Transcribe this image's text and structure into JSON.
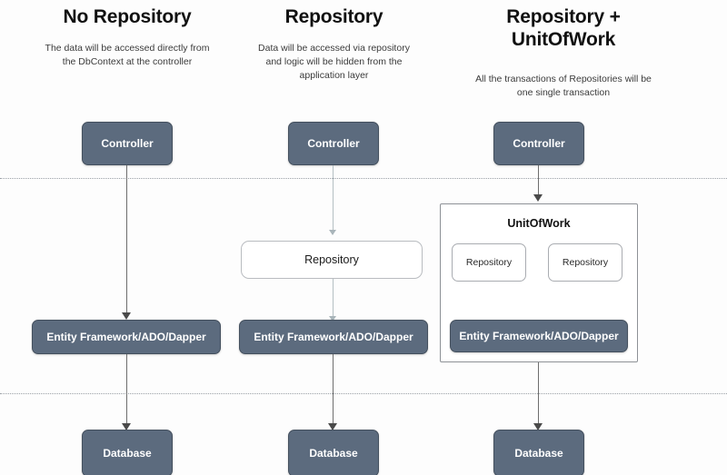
{
  "diagram": {
    "title_bar": null,
    "columns": [
      {
        "id": "no-repository",
        "title": "No Repository",
        "subtitle": "The data will be accessed directly from the DbContext at the controller",
        "nodes": [
          {
            "id": "controller",
            "label": "Controller",
            "style": "dark"
          },
          {
            "id": "entity-framework",
            "label": "Entity Framework/ADO/Dapper",
            "style": "dark"
          },
          {
            "id": "database",
            "label": "Database",
            "style": "dark"
          }
        ]
      },
      {
        "id": "repository",
        "title": "Repository",
        "subtitle": "Data will be accessed via repository and logic will be hidden from the application layer",
        "nodes": [
          {
            "id": "controller",
            "label": "Controller",
            "style": "dark"
          },
          {
            "id": "repository",
            "label": "Repository",
            "style": "light"
          },
          {
            "id": "entity-framework",
            "label": "Entity Framework/ADO/Dapper",
            "style": "dark"
          },
          {
            "id": "database",
            "label": "Database",
            "style": "dark"
          }
        ]
      },
      {
        "id": "repository-unitofwork",
        "title": "Repository + UnitOfWork",
        "subtitle": "All the transactions of Repositories will be one single transaction",
        "nodes": [
          {
            "id": "controller",
            "label": "Controller",
            "style": "dark"
          },
          {
            "id": "unitofwork",
            "label": "UnitOfWork",
            "style": "container"
          },
          {
            "id": "repository-1",
            "label": "Repository",
            "style": "small"
          },
          {
            "id": "repository-2",
            "label": "Repository",
            "style": "small"
          },
          {
            "id": "entity-framework",
            "label": "Entity Framework/ADO/Dapper",
            "style": "dark"
          },
          {
            "id": "database",
            "label": "Database",
            "style": "dark"
          }
        ]
      }
    ],
    "colors": {
      "node_dark_fill": "#5c6b7e",
      "node_dark_border": "#44505e",
      "node_dark_text": "#ffffff",
      "node_light_fill": "#ffffff",
      "node_light_border": "#b9bcc0",
      "divider": "#9aa0a6",
      "connector_strong": "#6e6e6e",
      "connector_soft": "#b5bfc3",
      "background": "#fdfdfd",
      "title_text": "#111111",
      "subtitle_text": "#3b3b3b"
    }
  }
}
